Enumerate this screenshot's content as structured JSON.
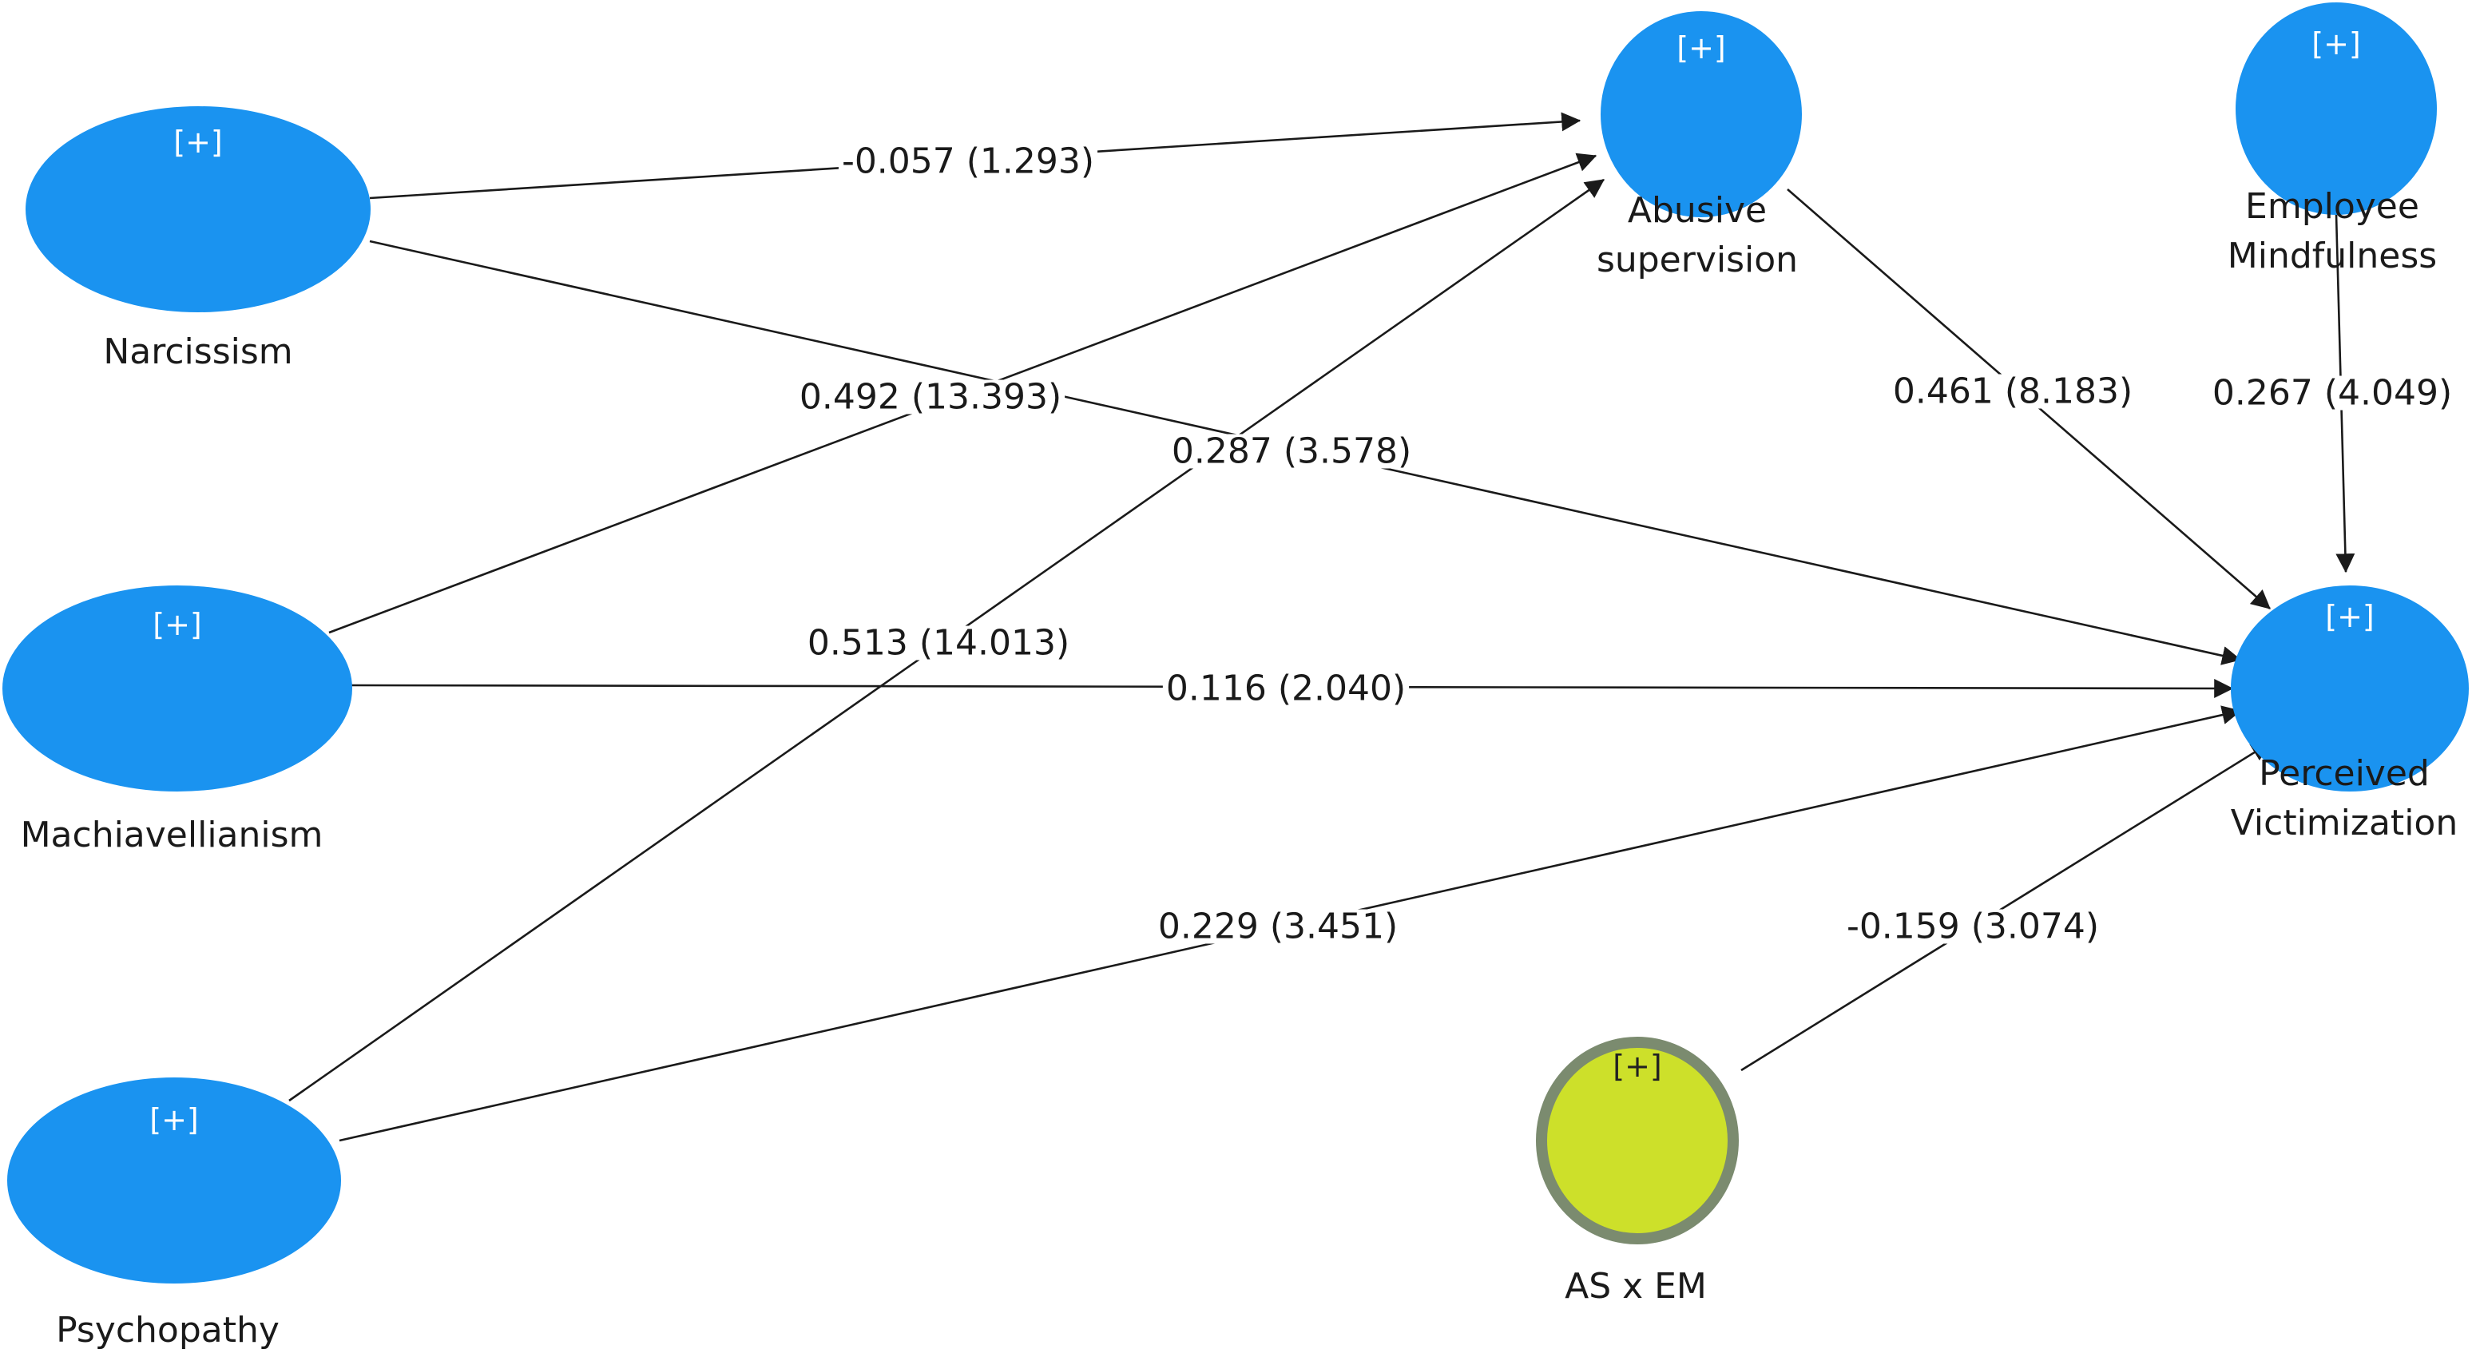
{
  "diagram": {
    "colors": {
      "latent_fill": "#1a93f0",
      "latent_stroke": "#1a93f0",
      "interaction_fill": "#cde02a",
      "interaction_stroke": "#7b8b6f",
      "edge": "#1a1a1a",
      "background": "#ffffff"
    },
    "expand_marker": "[+]",
    "nodes": [
      {
        "id": "narcissism",
        "label_lines": [
          "Narcissism"
        ],
        "kind": "latent"
      },
      {
        "id": "machiavellianism",
        "label_lines": [
          "Machiavellianism"
        ],
        "kind": "latent"
      },
      {
        "id": "psychopathy",
        "label_lines": [
          "Psychopathy"
        ],
        "kind": "latent"
      },
      {
        "id": "abusive-supervision",
        "label_lines": [
          "Abusive",
          "supervision"
        ],
        "kind": "latent"
      },
      {
        "id": "employee-mindfulness",
        "label_lines": [
          "Employee",
          "Mindfulness"
        ],
        "kind": "latent"
      },
      {
        "id": "perceived-victimization",
        "label_lines": [
          "Perceived",
          "Victimization"
        ],
        "kind": "latent"
      },
      {
        "id": "as-x-em",
        "label_lines": [
          "AS x EM"
        ],
        "kind": "interaction"
      }
    ],
    "edges": [
      {
        "from": "narcissism",
        "to": "abusive-supervision",
        "coefficient": "-0.057",
        "t_value": "1.293",
        "label": "-0.057 (1.293)"
      },
      {
        "from": "machiavellianism",
        "to": "abusive-supervision",
        "coefficient": "0.492",
        "t_value": "13.393",
        "label": "0.492 (13.393)"
      },
      {
        "from": "psychopathy",
        "to": "abusive-supervision",
        "coefficient": "0.513",
        "t_value": "14.013",
        "label": "0.513 (14.013)"
      },
      {
        "from": "narcissism",
        "to": "perceived-victimization",
        "coefficient": "0.287",
        "t_value": "3.578",
        "label": "0.287 (3.578)"
      },
      {
        "from": "machiavellianism",
        "to": "perceived-victimization",
        "coefficient": "0.116",
        "t_value": "2.040",
        "label": "0.116 (2.040)"
      },
      {
        "from": "psychopathy",
        "to": "perceived-victimization",
        "coefficient": "0.229",
        "t_value": "3.451",
        "label": "0.229 (3.451)"
      },
      {
        "from": "abusive-supervision",
        "to": "perceived-victimization",
        "coefficient": "0.461",
        "t_value": "8.183",
        "label": "0.461 (8.183)"
      },
      {
        "from": "employee-mindfulness",
        "to": "perceived-victimization",
        "coefficient": "0.267",
        "t_value": "4.049",
        "label": "0.267 (4.049)"
      },
      {
        "from": "as-x-em",
        "to": "perceived-victimization",
        "coefficient": "-0.159",
        "t_value": "3.074",
        "label": "-0.159 (3.074)"
      }
    ]
  }
}
